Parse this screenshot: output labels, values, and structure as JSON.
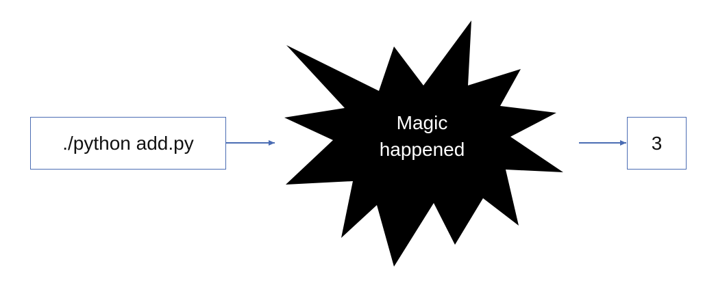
{
  "input": {
    "label": "./python add.py"
  },
  "process": {
    "line1": "Magic",
    "line2": "happened"
  },
  "output": {
    "label": "3"
  },
  "colors": {
    "box_border": "#4a6cb3",
    "arrow": "#4a6cb3",
    "burst_fill": "#000000",
    "burst_text": "#ffffff"
  }
}
